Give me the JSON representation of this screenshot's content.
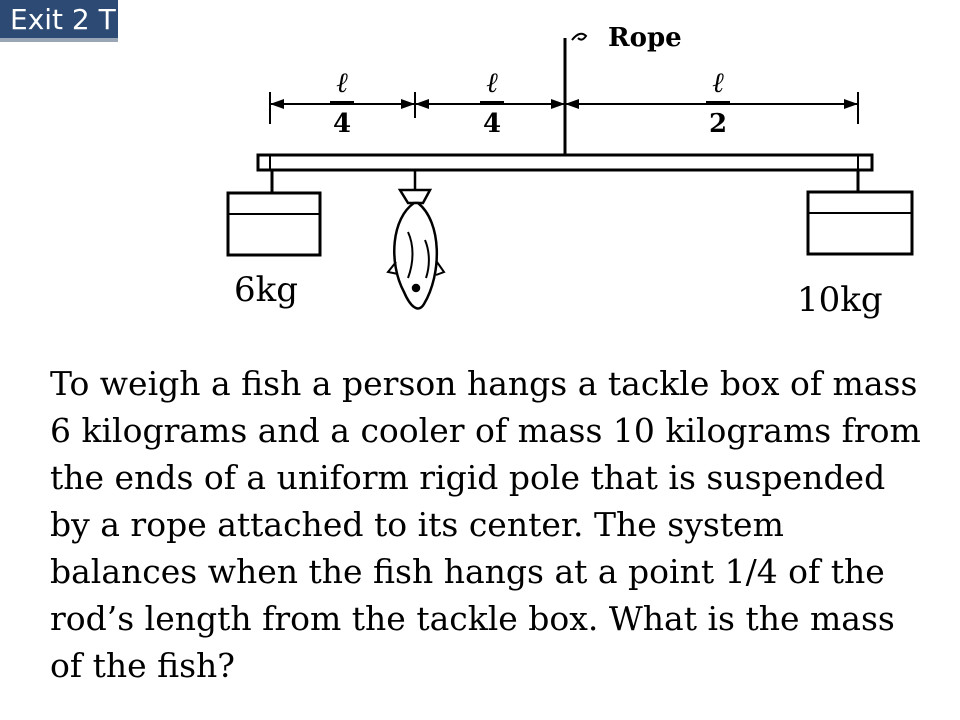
{
  "exit_button": {
    "label": "Exit 2 T"
  },
  "diagram": {
    "rope_label": "Rope",
    "segments": [
      {
        "numerator": "ℓ",
        "denominator": "4"
      },
      {
        "numerator": "ℓ",
        "denominator": "4"
      },
      {
        "numerator": "ℓ",
        "denominator": "2"
      }
    ],
    "left_mass_label": "6kg",
    "right_mass_label": "10kg"
  },
  "question": {
    "text": "To weigh a fish a person hangs a tackle box of mass 6 kilograms and a cooler of mass 10 kilograms from the ends of a uniform rigid pole that is suspended by a rope attached to its center. The system balances when the fish hangs at a point 1/4 of the rod’s length from the tackle box.  What is the mass of the fish?"
  }
}
